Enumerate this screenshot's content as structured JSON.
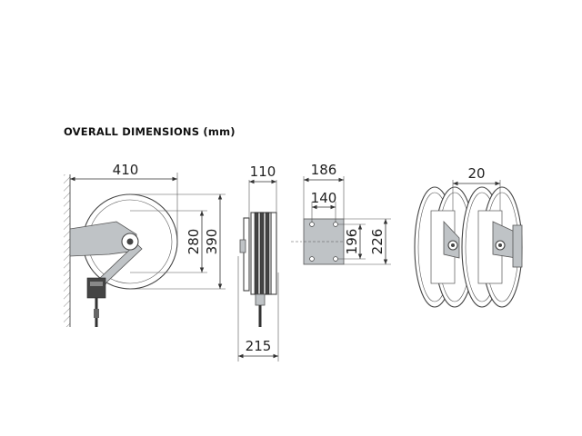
{
  "title": "OVERALL DIMENSIONS (mm)",
  "dimensions": {
    "side_width": "410",
    "side_inner_height": "280",
    "side_outer_height": "390",
    "front_top_width": "110",
    "front_bottom_width": "215",
    "bracket_outer_width": "186",
    "bracket_inner_width": "140",
    "bracket_inner_height": "196",
    "bracket_outer_height": "226",
    "spacing": "20"
  }
}
